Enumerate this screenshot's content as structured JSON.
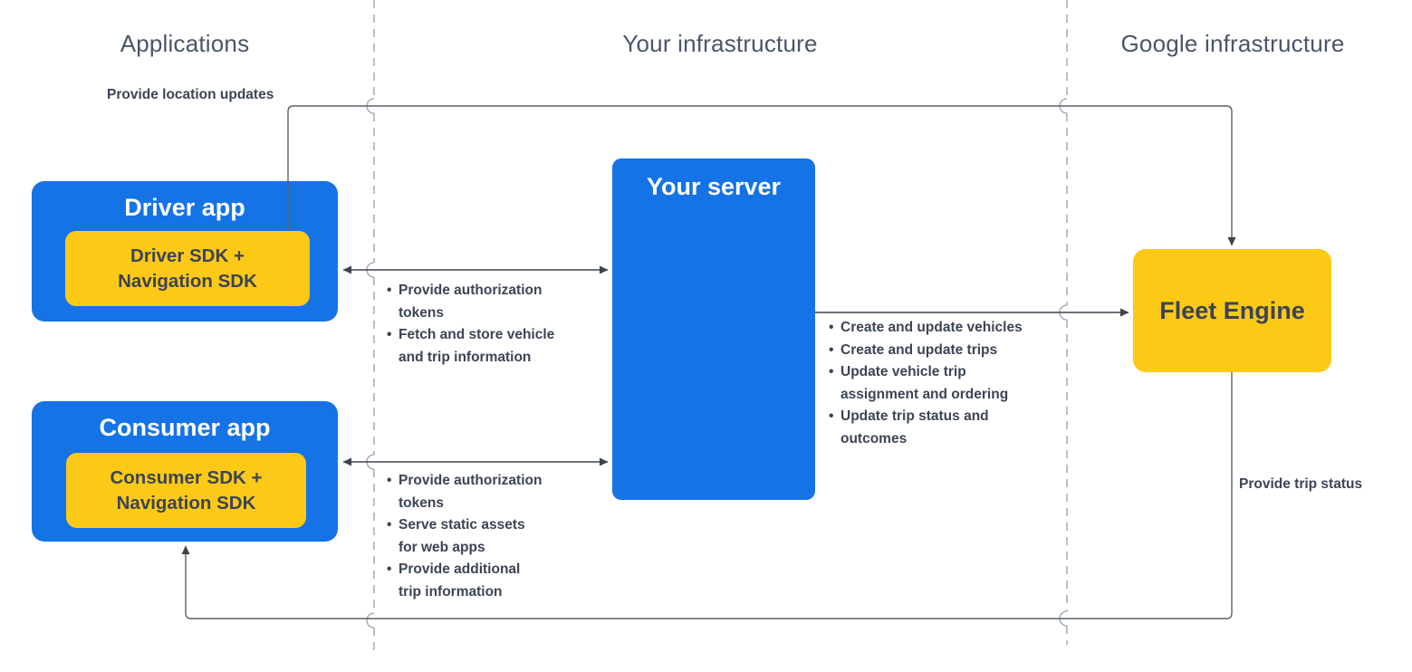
{
  "columns": {
    "applications": "Applications",
    "your_infrastructure": "Your infrastructure",
    "google_infrastructure": "Google infrastructure"
  },
  "nodes": {
    "driver_app": {
      "title": "Driver app",
      "sdk_label": "Driver SDK +\nNavigation SDK"
    },
    "consumer_app": {
      "title": "Consumer app",
      "sdk_label": "Consumer SDK +\nNavigation SDK"
    },
    "your_server": {
      "title": "Your server"
    },
    "fleet_engine": {
      "title": "Fleet Engine"
    }
  },
  "edges": {
    "driver_to_fleet_label": "Provide location updates",
    "fleet_to_consumer_label": "Provide trip status",
    "driver_server_bullets": [
      "Provide authorization\ntokens",
      "Fetch and store vehicle\nand trip information"
    ],
    "consumer_server_bullets": [
      "Provide authorization\ntokens",
      "Serve static assets\nfor web apps",
      "Provide additional\ntrip information"
    ],
    "server_fleet_bullets": [
      "Create and update vehicles",
      "Create and update trips",
      "Update vehicle trip\nassignment and ordering",
      "Update trip status and\noutcomes"
    ]
  },
  "colors": {
    "blue": "#1573E6",
    "yellow": "#FCC917",
    "text_dark": "#3C4454",
    "header_text": "#4A5568",
    "line": "#596068",
    "arrow": "#3C434E",
    "dashed": "#A9B0B8"
  }
}
